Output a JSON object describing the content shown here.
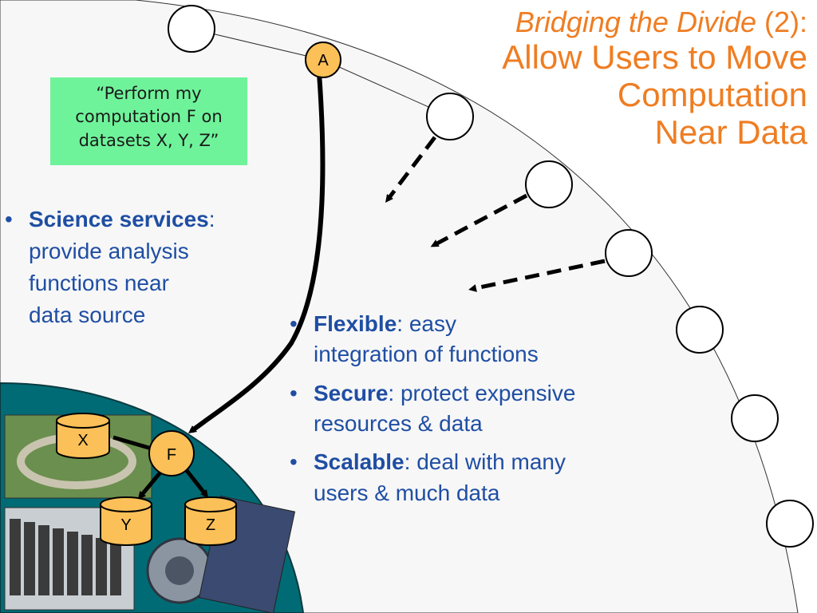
{
  "title": {
    "italic": "Bridging the Divide",
    "suffix": " (2):",
    "lines": [
      "Allow Users to Move",
      "Computation",
      "Near Data"
    ]
  },
  "quote_box": {
    "lines": [
      "“Perform my",
      "computation F on",
      "datasets X, Y, Z”"
    ]
  },
  "left_bullet": {
    "bold": "Science services",
    "after_bold": ":",
    "lines": [
      "provide analysis",
      "functions near",
      "data source"
    ]
  },
  "right_bullets": [
    {
      "bold": "Flexible",
      "line1": ": easy",
      "line2": "integration of functions"
    },
    {
      "bold": "Secure",
      "line1": ": protect expensive",
      "line2": "resources & data"
    },
    {
      "bold": "Scalable",
      "line1": ": deal with many",
      "line2": "users & much data"
    }
  ],
  "nodes": {
    "user": "A",
    "function": "F",
    "datasets": [
      "X",
      "Y",
      "Z"
    ]
  },
  "colors": {
    "title": "#ef7d22",
    "bullet_text": "#1f4ea3",
    "quote_bg": "#6ff39a",
    "node_fill": "#fbc058",
    "teal_region": "#006b74",
    "outer_region": "#f7f7f7"
  }
}
